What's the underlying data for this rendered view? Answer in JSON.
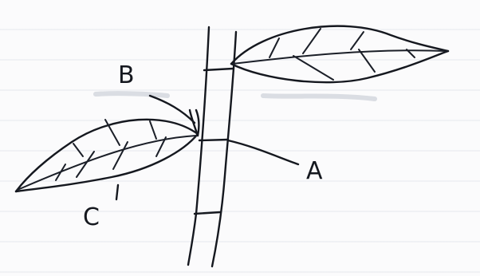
{
  "labels": {
    "a": "A",
    "b": "B",
    "c": "C"
  },
  "colors": {
    "ink": "#15181f",
    "paper": "#fbfbfc"
  }
}
